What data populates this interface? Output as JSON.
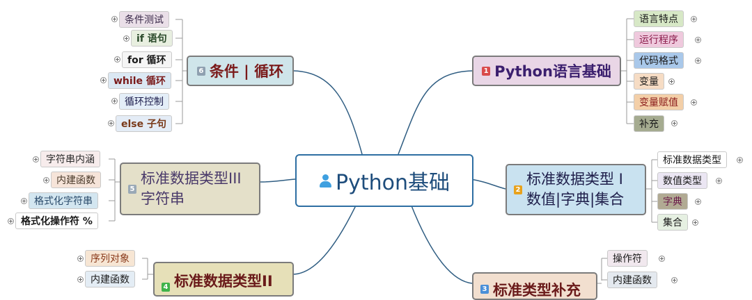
{
  "center": {
    "label": "Python基础"
  },
  "branches": {
    "b1": {
      "num": "1",
      "label": "Python语言基础"
    },
    "b2": {
      "num": "2",
      "label1": "标准数据类型 I",
      "label2": "数值|字典|集合"
    },
    "b3": {
      "num": "3",
      "label": "标准类型补充"
    },
    "b4": {
      "num": "4",
      "label": "标准数据类型II"
    },
    "b5": {
      "num": "5",
      "label1": "标准数据类型III",
      "label2": "字符串"
    },
    "b6": {
      "num": "6",
      "label": "条件 | 循环"
    }
  },
  "leaves": {
    "b1": [
      "语言特点",
      "运行程序",
      "代码格式",
      "变量",
      "变量赋值",
      "补充"
    ],
    "b2": [
      "标准数据类型",
      "数值类型",
      "字典",
      "集合"
    ],
    "b3": [
      "操作符",
      "内建函数"
    ],
    "b4": [
      "序列对象",
      "内建函数"
    ],
    "b5": [
      "字符串内涵",
      "内建函数",
      "格式化字符串",
      "格式化操作符 %"
    ],
    "b6": [
      "条件测试",
      "if 语句",
      "for 循环",
      "while 循环",
      "循环控制",
      "else 子句"
    ]
  },
  "colors": {
    "center_border": "#2d6ea2",
    "center_text": "#1e4d7c",
    "connector": "#2f5d82",
    "b1_fill": "#e9d6e6",
    "b2_fill": "#c9e2f0",
    "b3_fill": "#f2dfcf",
    "b4_fill": "#e6e0b8",
    "b5_fill": "#e4e0c9",
    "b6_fill": "#cfe5ea"
  }
}
